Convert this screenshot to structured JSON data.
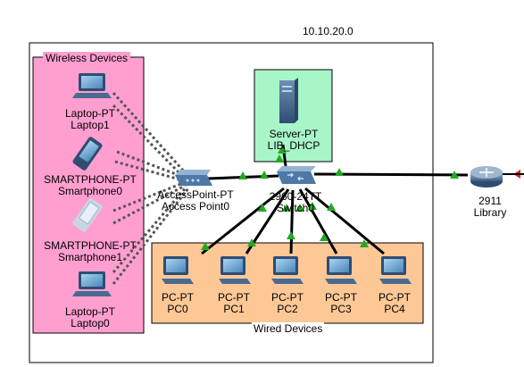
{
  "network_label": "10.10.20.0",
  "zones": {
    "wireless": {
      "title": "Wireless Devices",
      "color": "#ff9fd0"
    },
    "server": {
      "color": "#a8f5c8"
    },
    "wired": {
      "title": "Wired Devices",
      "color": "#fdc896"
    }
  },
  "devices": {
    "laptop1": {
      "type": "Laptop-PT",
      "name": "Laptop1"
    },
    "smartphone0": {
      "type": "SMARTPHONE-PT",
      "name": "Smartphone0"
    },
    "smartphone1": {
      "type": "SMARTPHONE-PT",
      "name": "Smartphone1"
    },
    "laptop0": {
      "type": "Laptop-PT",
      "name": "Laptop0"
    },
    "accesspoint": {
      "type": "AccessPoint-PT",
      "name": "Access Point0"
    },
    "server": {
      "type": "Server-PT",
      "name": "LIB_DHCP"
    },
    "switch": {
      "type": "2960-24TT",
      "name": "Switch0"
    },
    "router": {
      "type": "2911",
      "name": "Library"
    },
    "pc0": {
      "type": "PC-PT",
      "name": "PC0"
    },
    "pc1": {
      "type": "PC-PT",
      "name": "PC1"
    },
    "pc2": {
      "type": "PC-PT",
      "name": "PC2"
    },
    "pc3": {
      "type": "PC-PT",
      "name": "PC3"
    },
    "pc4": {
      "type": "PC-PT",
      "name": "PC4"
    }
  },
  "colors": {
    "link_up": "#22aa22",
    "link_down": "#dd2222",
    "cable": "#000000"
  }
}
